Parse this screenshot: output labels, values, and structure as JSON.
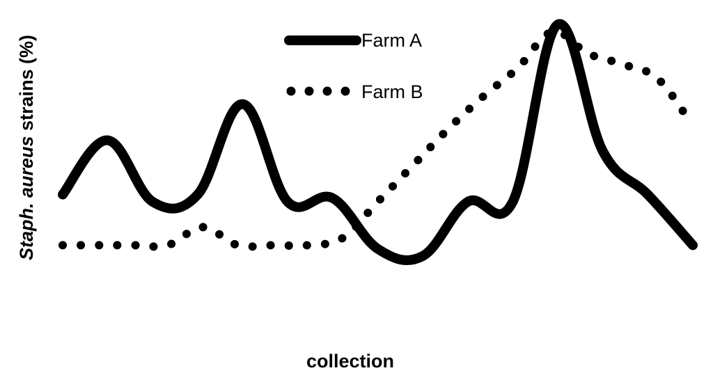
{
  "chart_data": {
    "type": "line",
    "title": "",
    "xlabel": "collection",
    "ylabel": {
      "italic_part": "Staph. aureus",
      "rest": " strains (%)"
    },
    "legend": {
      "placement": "top-center"
    },
    "x": [
      1,
      2,
      3,
      4,
      5,
      6,
      7,
      8,
      9,
      10,
      11,
      12,
      13,
      14,
      15,
      16,
      17
    ],
    "ylim": [
      0,
      100
    ],
    "grid": false,
    "axes_visible": false,
    "series": [
      {
        "name": "Farm A",
        "style": "solid",
        "color": "#000000",
        "values": [
          52,
          67,
          50,
          52,
          77,
          50,
          51,
          37,
          35,
          50,
          50,
          99,
          64,
          52,
          38
        ]
      },
      {
        "name": "Farm B",
        "style": "dotted",
        "color": "#000000",
        "values": [
          38,
          38,
          38,
          38,
          43,
          38,
          38,
          38,
          40,
          50,
          60,
          70,
          79,
          87,
          97,
          91,
          88,
          84,
          71
        ]
      }
    ]
  }
}
